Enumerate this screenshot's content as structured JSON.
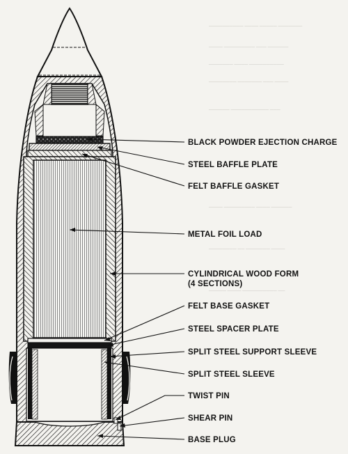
{
  "labels": {
    "ejection_charge": "BLACK POWDER EJECTION CHARGE",
    "baffle_plate": "STEEL BAFFLE PLATE",
    "baffle_gasket": "FELT BAFFLE GASKET",
    "foil_load": "METAL FOIL LOAD",
    "wood_form_1": "CYLINDRICAL WOOD FORM",
    "wood_form_2": "(4 SECTIONS)",
    "base_gasket": "FELT BASE GASKET",
    "spacer_plate": "STEEL SPACER PLATE",
    "support_sleeve": "SPLIT STEEL SUPPORT SLEEVE",
    "steel_sleeve": "SPLIT STEEL SLEEVE",
    "twist_pin": "TWIST PIN",
    "shear_pin": "SHEAR PIN",
    "base_plug": "BASE PLUG"
  },
  "colors": {
    "ink": "#111111",
    "paper": "#f4f3ef",
    "faint_text": "#c9c7c1"
  }
}
